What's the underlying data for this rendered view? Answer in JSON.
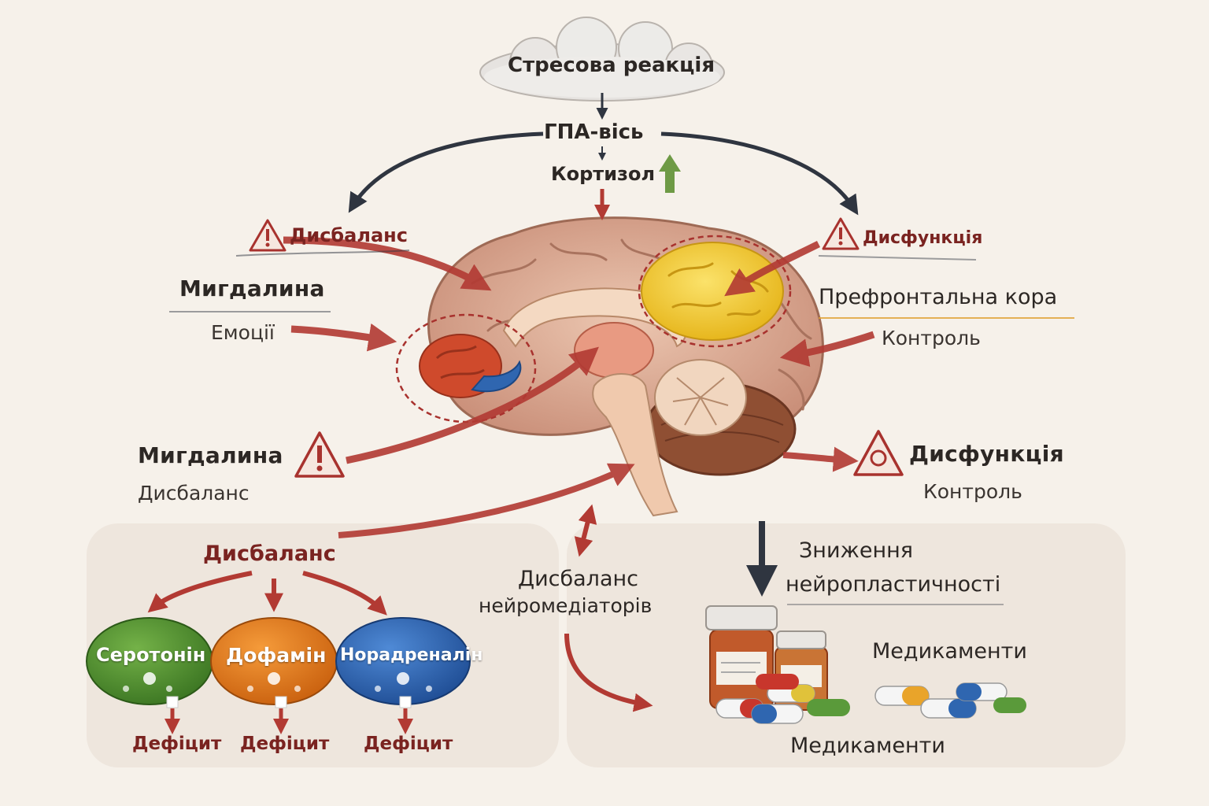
{
  "colors": {
    "background": "#f6f1ea",
    "red_arrow": "#b23a33",
    "dark_arrow": "#2f3540",
    "green_arrow": "#6e9a45",
    "serotonin": "#4f8f2f",
    "dopamine": "#e07a1a",
    "noradrenaline": "#2f66b0",
    "prefrontal": "#f0c52a",
    "amygdala": "#cf4a2c"
  },
  "icons": [
    "warning-icon",
    "cloud-icon",
    "brain-icon",
    "pill-bottle-icon",
    "capsule-icon"
  ],
  "top": {
    "stress": "Стресова реакція",
    "hpa": "ГПА-вісь",
    "cortisol": "Кортизол"
  },
  "left_upper": {
    "warning": "Дисбаланс",
    "title": "Мигдалина",
    "subtitle": "Емоції"
  },
  "right_upper": {
    "warning": "Дисфункція",
    "title": "Префронтальна кора",
    "subtitle": "Контроль"
  },
  "left_lower": {
    "title": "Мигдалина",
    "subtitle": "Дисбаланс"
  },
  "right_lower": {
    "title": "Дисфункція",
    "subtitle": "Контроль"
  },
  "neurotransmitters": {
    "heading": "Дисбаланс",
    "items": [
      {
        "name": "Серотонін",
        "deficit": "Дефіцит"
      },
      {
        "name": "Дофамін",
        "deficit": "Дефіцит"
      },
      {
        "name": "Норадреналін",
        "deficit": "Дефіцит"
      }
    ]
  },
  "center_bottom": {
    "line1": "Дисбаланс",
    "line2": "нейромедіаторів"
  },
  "neuroplasticity": {
    "line1": "Зниження",
    "line2": "нейропластичності"
  },
  "medications": {
    "label_right": "Медикаменти",
    "label_bottom": "Медикаменти"
  }
}
